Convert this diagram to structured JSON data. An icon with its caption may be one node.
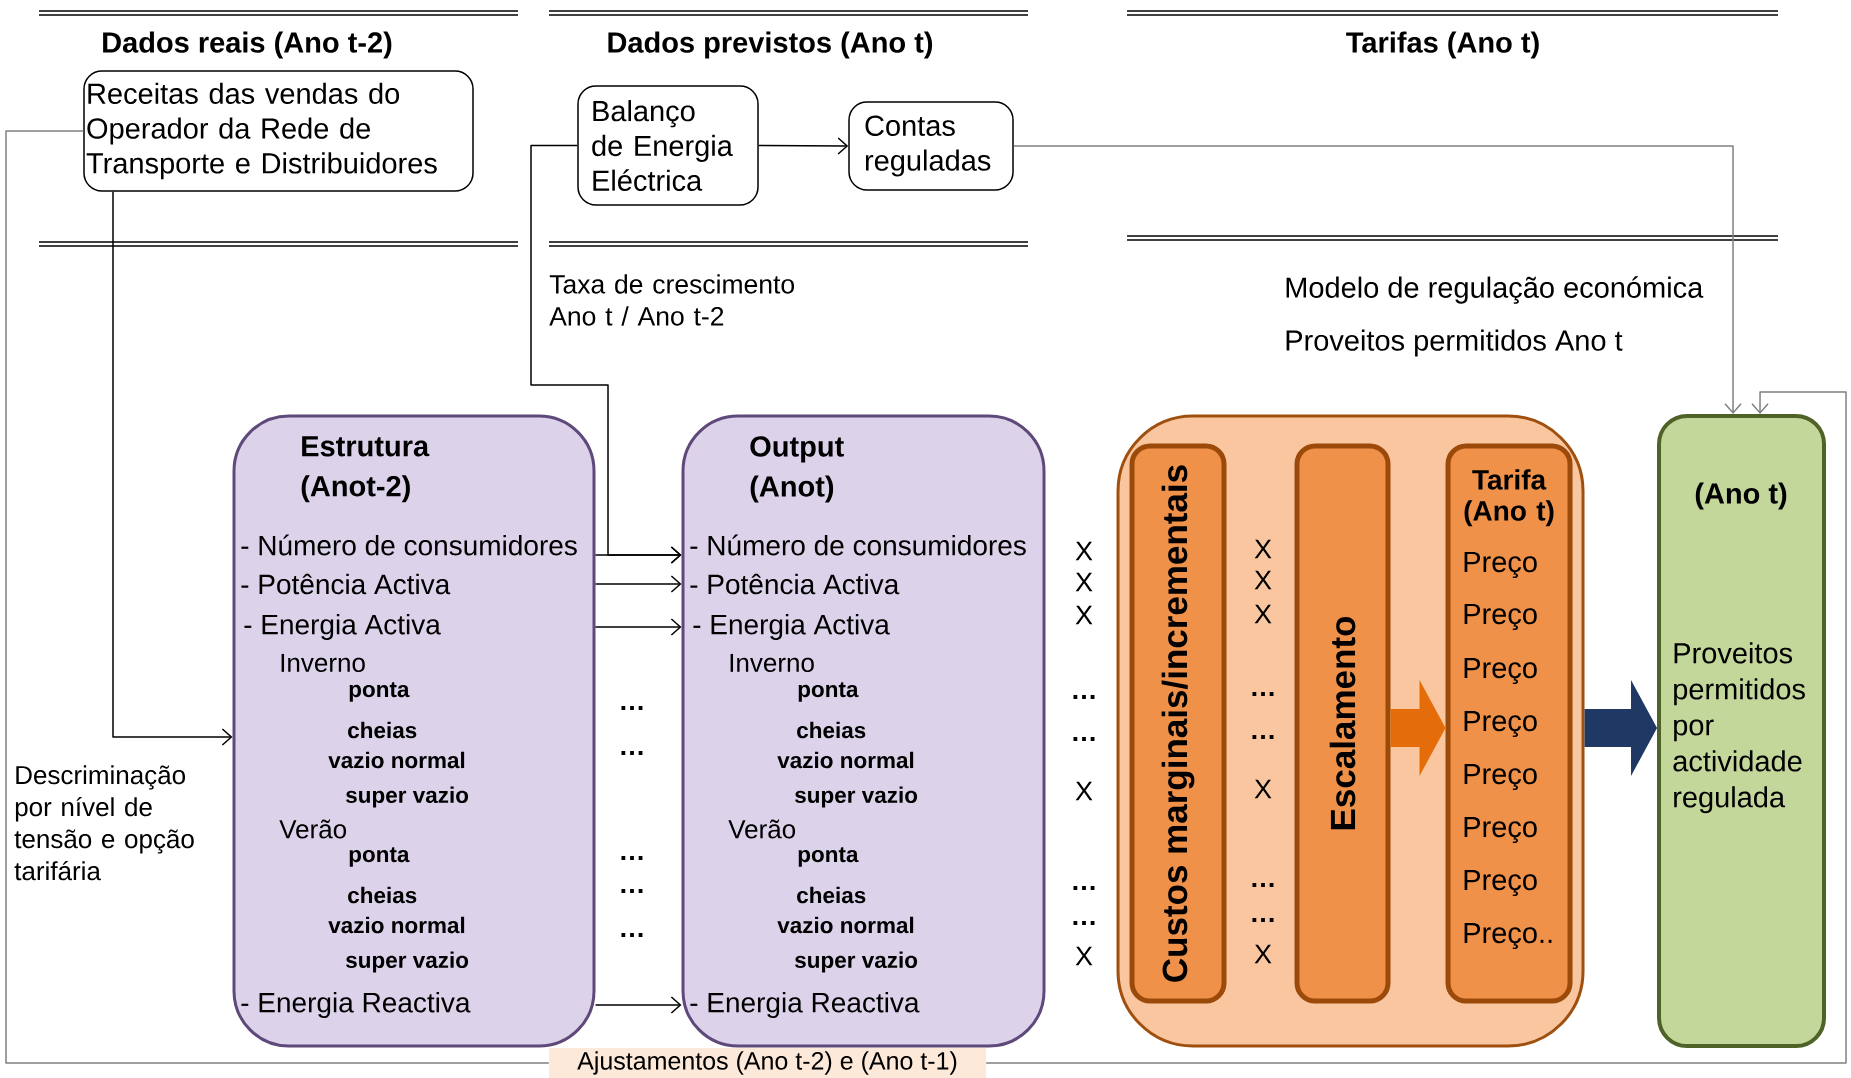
{
  "diagram": {
    "nodes": [
      {
        "text": [
          "Receitas das vendas do Operador da Rede de Transporte e Distribuidores"
        ]
      },
      {
        "text": [
          "Balanço de Energia Eléctrica"
        ]
      },
      {
        "text": [
          "Contas reguladas"
        ]
      },
      {
        "text": [
          "Estrutura (Anot-2)",
          "- Número de consumidores",
          "- Potência Activa",
          "- Energia Activa",
          "Inverno",
          "ponta",
          "cheias",
          "vazio normal",
          "super vazio",
          "Verão",
          "ponta",
          "cheias",
          "vazio normal",
          "super vazio",
          "- Energia Reactiva"
        ]
      },
      {
        "text": [
          "Output (Anot)",
          "- Número de consumidores",
          "- Potência Activa",
          "- Energia Activa",
          "Inverno",
          "ponta",
          "cheias",
          "vazio normal",
          "super vazio",
          "Verão",
          "ponta",
          "cheias",
          "vazio normal",
          "super vazio",
          "- Energia Reactiva"
        ]
      },
      {
        "text": [],
        "shape": "box"
      },
      {
        "text": [
          "Custos marginais/incrementais"
        ],
        "in": 5
      },
      {
        "text": [
          "Escalamento"
        ],
        "in": 5
      },
      {
        "text": [
          "Tarifa (Ano t)",
          "Preço",
          "Preço",
          "Preço",
          "Preço",
          "Preço",
          "Preço",
          "Preço",
          "Preço.."
        ],
        "in": 5
      },
      {
        "text": [
          "(Ano t)",
          "Proveitos permitidos por actividade regulada"
        ]
      },
      {
        "text": [
          "Ajustamentos (Ano t-2) e (Ano t-1)"
        ]
      }
    ],
    "edges": [
      {
        "from": 0,
        "to": 3,
        "arrow": "to"
      },
      {
        "from": 1,
        "to": 2,
        "arrow": "to"
      },
      {
        "from": 1,
        "to": 4,
        "arrow": "to"
      },
      {
        "from": 3,
        "to": 4,
        "arrow": "to"
      },
      {
        "from": 3,
        "to": 4,
        "arrow": "to"
      },
      {
        "from": 3,
        "to": 4,
        "arrow": "to"
      },
      {
        "from": 3,
        "to": 4,
        "arrow": "to"
      },
      {
        "from": 2,
        "to": 9,
        "arrow": "to",
        "color": "#808080"
      },
      {
        "from": 0,
        "to": 10,
        "arrow": "none",
        "color": "#808080"
      },
      {
        "from": 10,
        "to": 9,
        "arrow": "to",
        "color": "#808080"
      },
      {
        "from": 7,
        "to": 8,
        "arrow": "to",
        "style": "thick",
        "color": "#e46c0a"
      },
      {
        "from": 5,
        "to": 9,
        "arrow": "to",
        "style": "thick",
        "color": "#1f3864"
      }
    ],
    "labels": [
      "Dados reais (Ano t-2)",
      "Dados previstos (Ano t)",
      "Tarifas (Ano t)",
      "Taxa de crescimento Ano t / Ano t-2",
      "Modelo de regulação económica",
      "Proveitos permitidos Ano t",
      "Descriminação por nível de tensão e opção tarifária",
      "…",
      "…",
      "…",
      "…",
      "…",
      "X",
      "X",
      "X",
      "…",
      "…",
      "X",
      "…",
      "…",
      "X",
      "X",
      "X",
      "X",
      "…",
      "…",
      "X",
      "…",
      "…",
      "X"
    ]
  }
}
